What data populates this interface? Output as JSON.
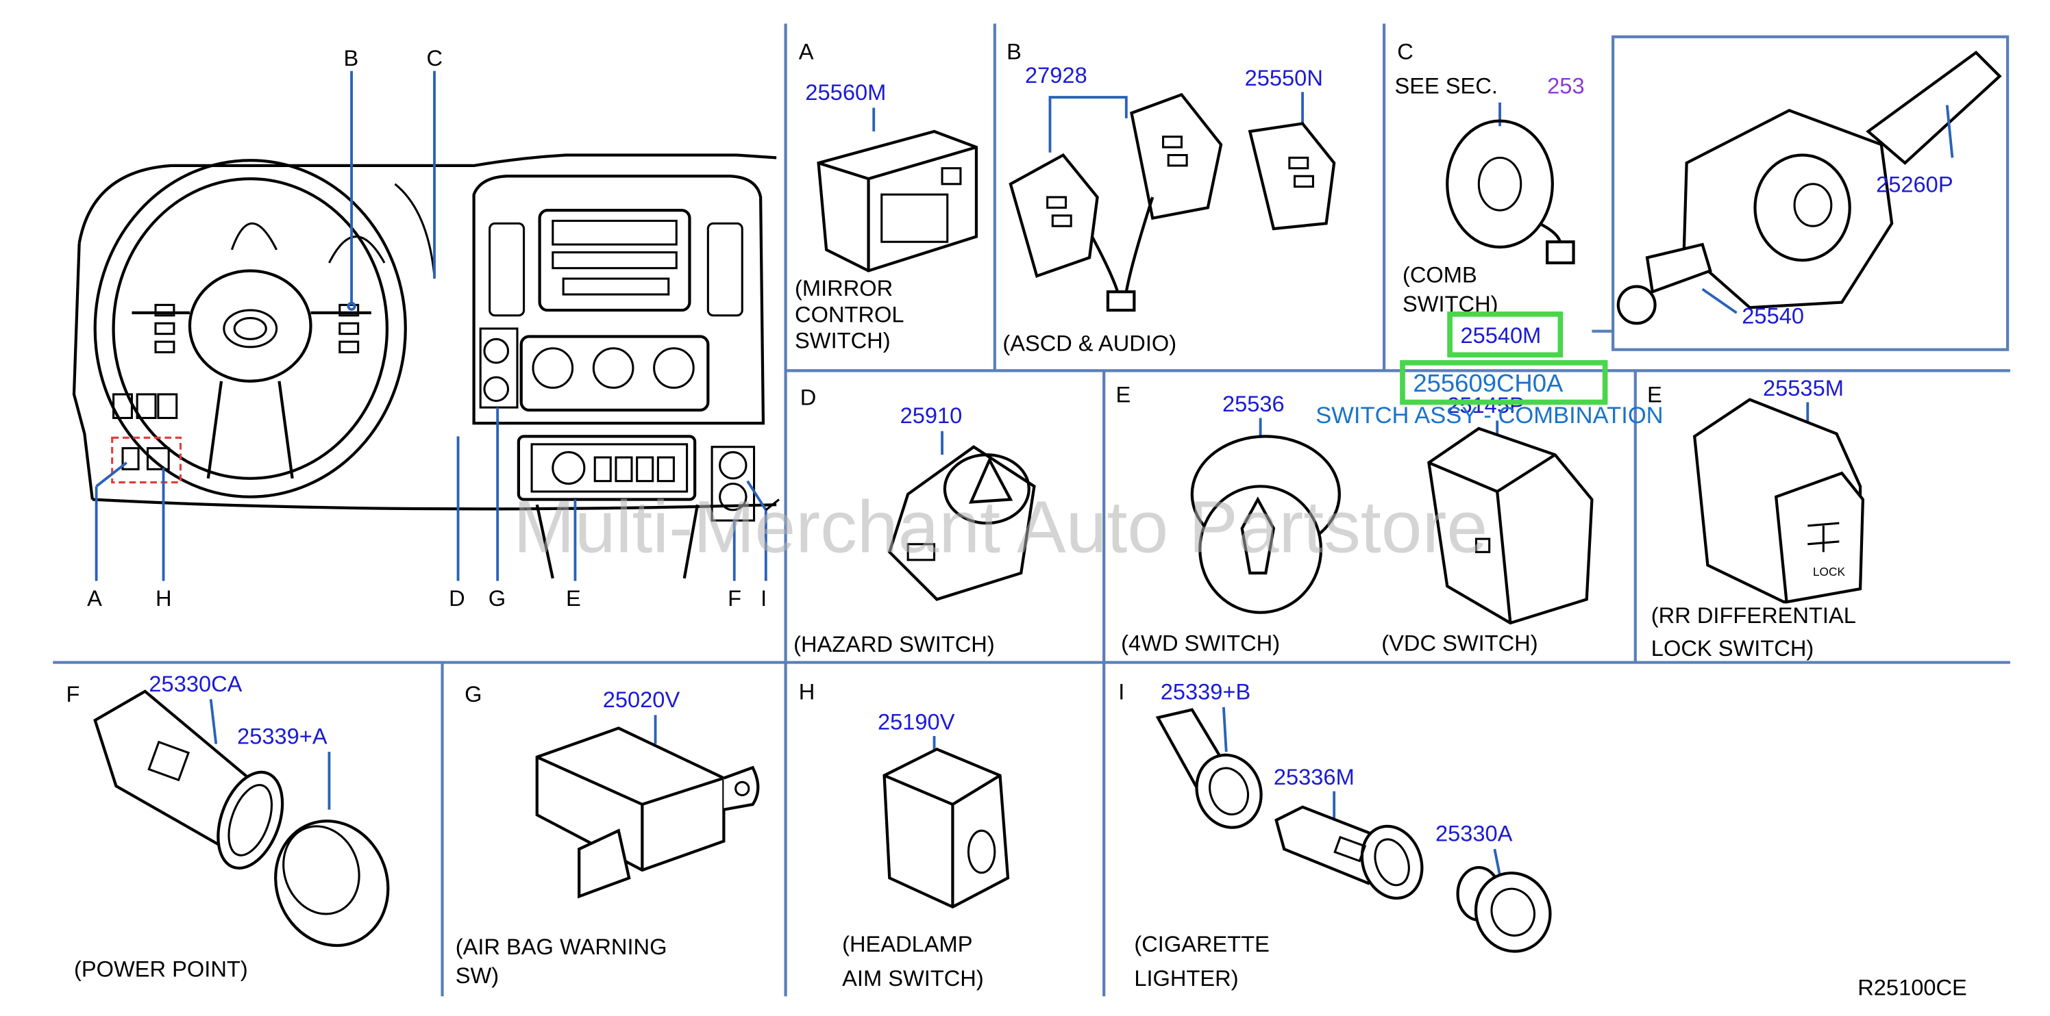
{
  "overview": {
    "callouts": {
      "B": "B",
      "C": "C",
      "A": "A",
      "H": "H",
      "D": "D",
      "G": "G",
      "E": "E",
      "F": "F",
      "I": "I"
    }
  },
  "panels": {
    "A": {
      "letter": "A",
      "part": "25560M",
      "caption": [
        "(MIRROR",
        "CONTROL",
        "SWITCH)"
      ]
    },
    "B": {
      "letter": "B",
      "part1": "27928",
      "part2": "25550N",
      "caption": "(ASCD  &  AUDIO)"
    },
    "C": {
      "letter": "C",
      "see": "SEE   SEC.",
      "sec": "253",
      "caption": [
        "(COMB",
        "SWITCH)"
      ],
      "part1": "25260P",
      "part2": "25540",
      "part3": "25540M"
    },
    "D": {
      "letter": "D",
      "part": "25910",
      "caption": "(HAZARD   SWITCH)"
    },
    "E": {
      "letter": "E",
      "part1": "25536",
      "part2": "25145P",
      "cap1": "(4WD   SWITCH)",
      "cap2": "(VDC   SWITCH)"
    },
    "E2": {
      "letter": "E",
      "part": "25535M",
      "caption": [
        "(RR   DIFFERENTIAL",
        "LOCK   SWITCH)"
      ],
      "lock_text": "LOCK"
    },
    "F": {
      "letter": "F",
      "part1": "25330CA",
      "part2": "25339+A",
      "caption": "(POWER   POINT)"
    },
    "G": {
      "letter": "G",
      "part": "25020V",
      "caption": [
        "(AIR   BAG   WARNING",
        "SW)"
      ]
    },
    "H": {
      "letter": "H",
      "part": "25190V",
      "caption": [
        "(HEADLAMP",
        "AIM   SWITCH)"
      ]
    },
    "I": {
      "letter": "I",
      "part1": "25339+B",
      "part2": "25336M",
      "part3": "25330A",
      "caption": [
        "(CIGARETTE",
        "LIGHTER)"
      ]
    }
  },
  "highlight": {
    "part_no": "255609CH0A",
    "description": "SWITCH ASSY - COMBINATION",
    "color": "#49d64b"
  },
  "watermark": "Multi-Merchant Auto Partstore",
  "diagram_code": "R25100CE"
}
